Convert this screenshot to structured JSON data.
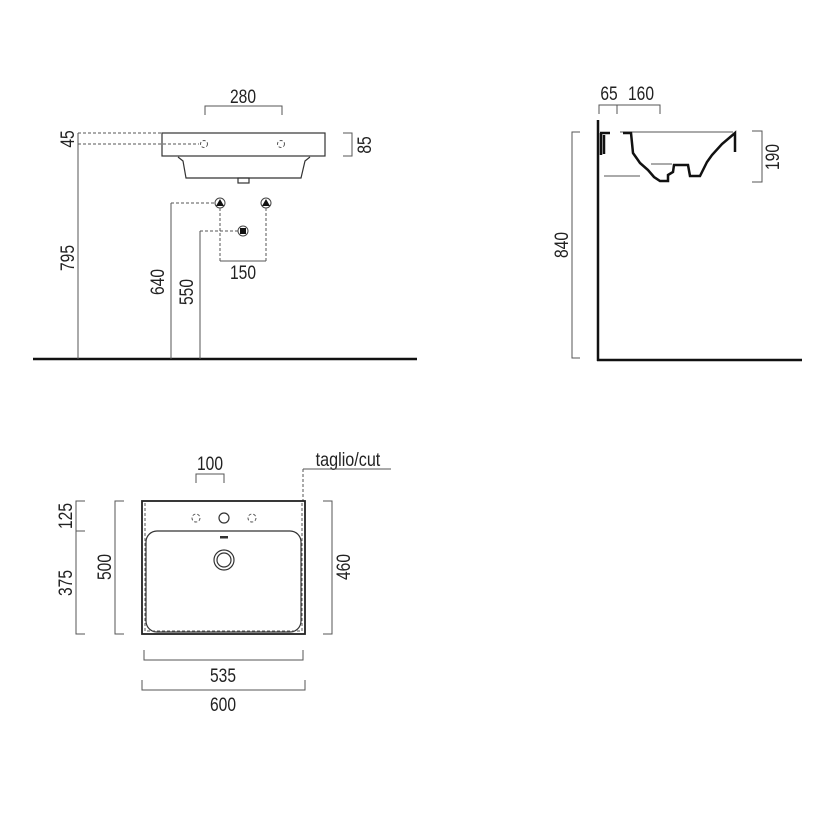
{
  "front_view": {
    "dims": {
      "tap_spacing": "280",
      "tap_hole_offset": "45",
      "basin_rim_thickness": "85",
      "rim_height": "795",
      "inlet_spacing": "150",
      "inlet_height": "640",
      "waste_height": "550"
    }
  },
  "side_view": {
    "dims": {
      "wall_gap": "65",
      "tap_hole_depth": "160",
      "basin_depth": "190",
      "total_height": "840"
    }
  },
  "plan_view": {
    "cut_label": "taglio/cut",
    "dims": {
      "hole_spacing": "100",
      "deck_depth": "125",
      "bowl_depth": "375",
      "total_depth": "500",
      "cut_depth": "460",
      "cut_width": "535",
      "total_width": "600"
    }
  },
  "colors": {
    "line": "#333333",
    "text": "#222222"
  }
}
